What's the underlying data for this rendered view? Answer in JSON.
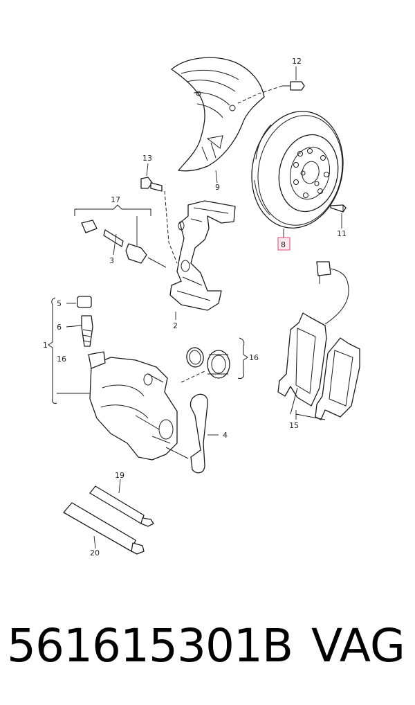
{
  "diagram": {
    "labels": {
      "l1": "1",
      "l2": "2",
      "l3": "3",
      "l4": "4",
      "l5": "5",
      "l6": "6",
      "l8": "8",
      "l9": "9",
      "l11": "11",
      "l12": "12",
      "l13": "13",
      "l15": "15",
      "l16a": "16",
      "l16b": "16",
      "l17": "17",
      "l19": "19",
      "l20": "20"
    },
    "highlighted_label": "8"
  },
  "footer": {
    "part_number": "561615301B",
    "brand": "VAG"
  }
}
